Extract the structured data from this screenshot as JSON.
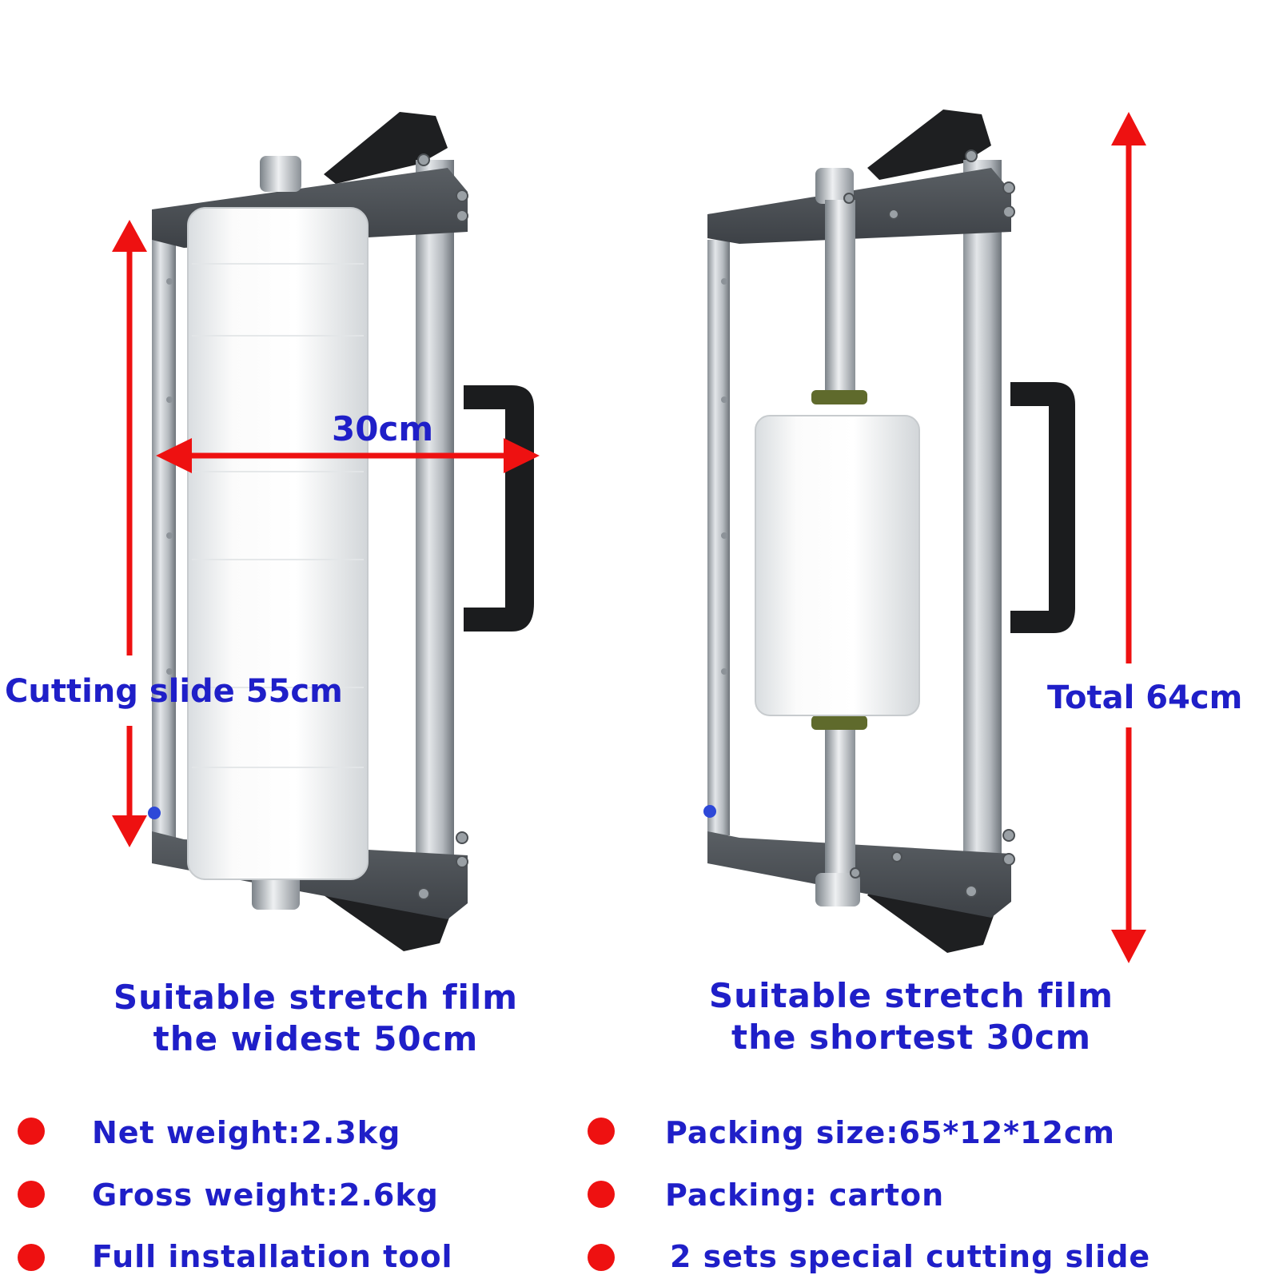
{
  "dimensions": {
    "width": "30cm",
    "cutting_slide": "Cutting slide 55cm",
    "total": "Total 64cm"
  },
  "captions": {
    "left_line1": "Suitable stretch film",
    "left_line2": "the widest 50cm",
    "right_line1": "Suitable stretch film",
    "right_line2": "the shortest 30cm"
  },
  "specs": {
    "left": [
      "Net weight:2.3kg",
      "Gross weight:2.6kg",
      "Full installation tool"
    ],
    "right": [
      "Packing size:65*12*12cm",
      "Packing: carton",
      "2 sets special cutting slide"
    ]
  },
  "colors": {
    "text": "#1f1fc8",
    "arrow": "#ee1111",
    "bullet": "#ee1111"
  }
}
